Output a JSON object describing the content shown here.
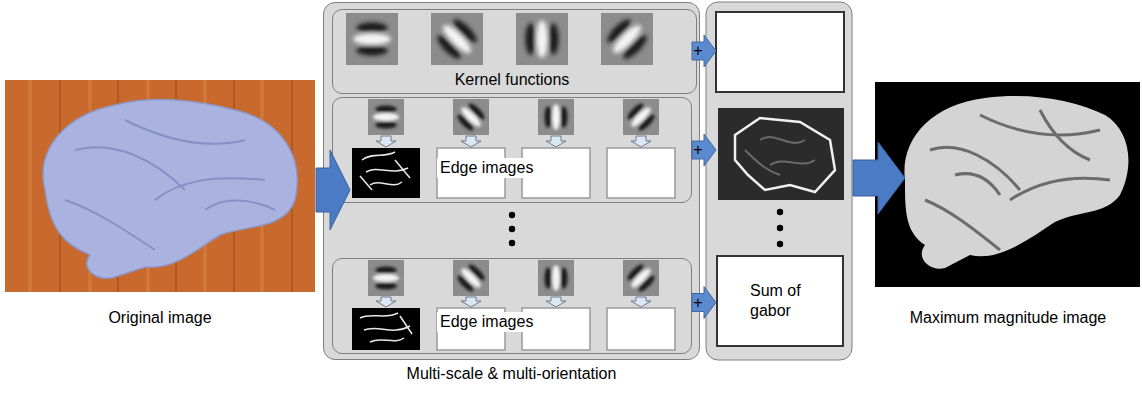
{
  "diagram": {
    "nodes": [
      {
        "text": [
          "Multi-scale & multi-orientation"
        ]
      },
      {
        "text": [
          "Kernel functions"
        ],
        "in": 0
      },
      {
        "text": [
          "Edge images"
        ],
        "in": 0
      },
      {
        "text": [
          "Edge images"
        ],
        "in": 0
      },
      {
        "text": [
          "Sum of gabor"
        ]
      }
    ],
    "edges": [
      {
        "from": 3,
        "to": 4,
        "arrow": "to",
        "label": "+"
      }
    ],
    "labels": [
      "Original image",
      "+",
      "+",
      "Maximum magnitude image"
    ]
  }
}
